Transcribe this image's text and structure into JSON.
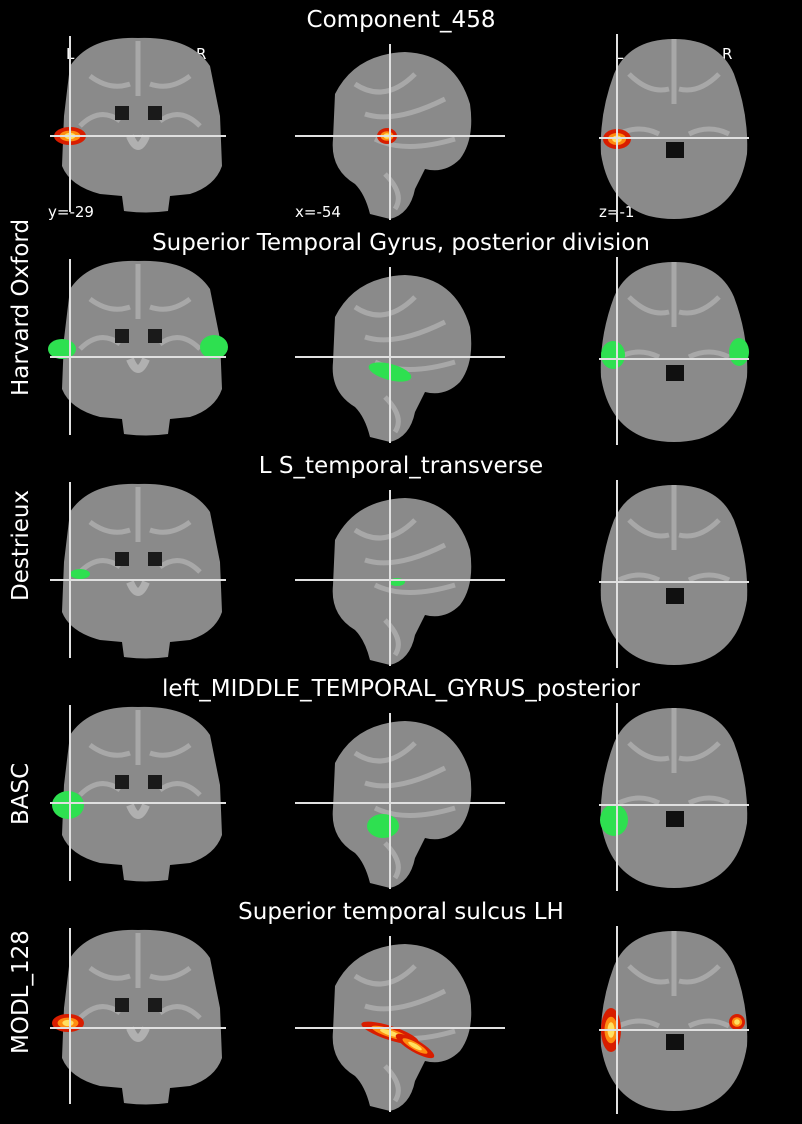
{
  "rows": [
    {
      "title": "Component_458",
      "side_label": ""
    },
    {
      "title": "Superior Temporal Gyrus, posterior division",
      "side_label": "Harvard Oxford"
    },
    {
      "title": "L S_temporal_transverse",
      "side_label": "Destrieux"
    },
    {
      "title": "left_MIDDLE_TEMPORAL_GYRUS_posterior",
      "side_label": "BASC"
    },
    {
      "title": "Superior temporal sulcus LH",
      "side_label": "MODL_128"
    }
  ],
  "orientation": {
    "left": "L",
    "right": "R"
  },
  "coords": {
    "y": "y=-29",
    "x": "x=-54",
    "z": "z=-1"
  },
  "views": [
    "coronal",
    "sagittal",
    "axial"
  ],
  "colors": {
    "background": "#000000",
    "brain": "#8a8a8a",
    "crosshair": "#e0e0e0",
    "atlas_overlay": "#2ee050",
    "activation_hot": "#ffe060",
    "activation_red": "#d81d00"
  }
}
